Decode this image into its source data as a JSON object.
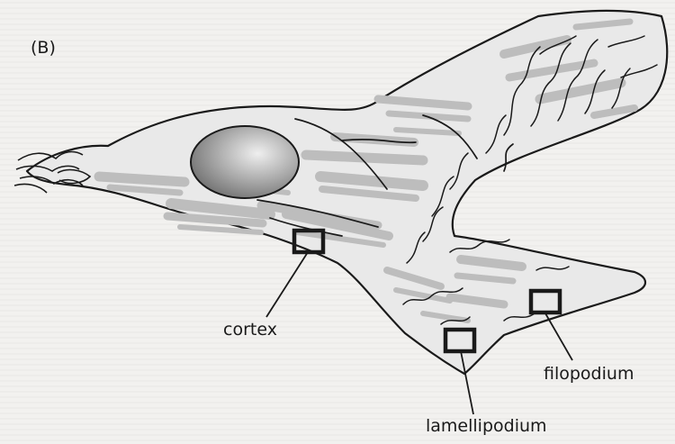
{
  "figure": {
    "panel_label": "(B)",
    "labels": {
      "cortex": "cortex",
      "lamellipodium": "lamellipodium",
      "filopodium": "filopodium"
    },
    "colors": {
      "background": "#f2f1ef",
      "cell_fill": "#e9e9e9",
      "stress_fibers": "#bdbdbd",
      "outline": "#1a1a1a"
    }
  }
}
